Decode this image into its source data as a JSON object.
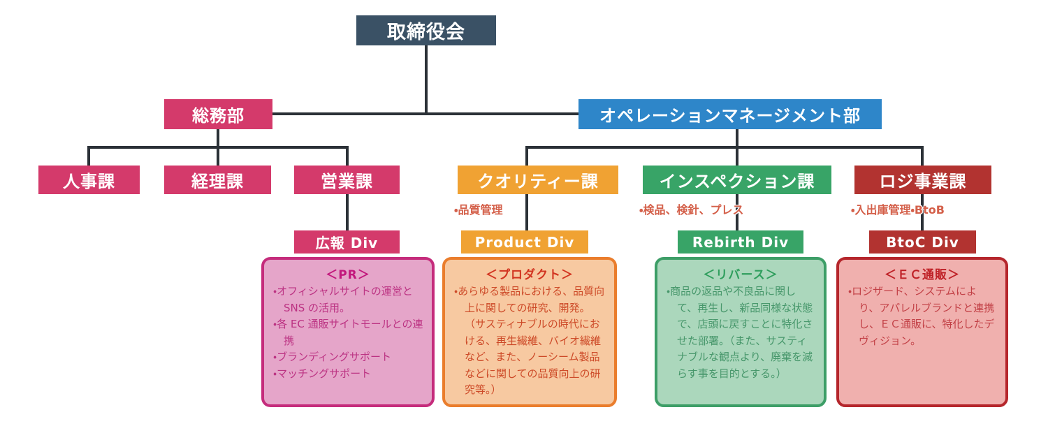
{
  "root": {
    "label": "取締役会"
  },
  "departments": {
    "soumu": {
      "label": "総務部"
    },
    "operation": {
      "label": "オペレーションマネージメント部"
    }
  },
  "sections": {
    "jinji": {
      "label": "人事課"
    },
    "keiri": {
      "label": "経理課"
    },
    "eigyo": {
      "label": "営業課"
    },
    "quality": {
      "label": "クオリティー課",
      "note": "・品質管理"
    },
    "inspection": {
      "label": "インスペクション課",
      "note": "・検品、検針、プレス"
    },
    "logi": {
      "label": "ロジ事業課",
      "note": "・入出庫管理・BtoB"
    }
  },
  "divisions": {
    "kouhou": {
      "label": "広報 Div"
    },
    "product": {
      "label": "Product Div"
    },
    "rebirth": {
      "label": "Rebirth Div"
    },
    "btoc": {
      "label": "BtoC Div"
    }
  },
  "panels": {
    "pr": {
      "title": "＜PR＞",
      "bullets": [
        "・オフィシャルサイトの運営と SNS の活用。",
        "・各 EC 通販サイトモールとの連携",
        "・ブランディングサポート",
        "・マッチングサポート"
      ]
    },
    "product": {
      "title": "＜プロダクト＞",
      "bullets": [
        "・あらゆる製品における、品質向上に関しての研究、開発。（サスティナブルの時代における、再生繊維、バイオ繊維など、また、ノーシーム製品などに関しての品質向上の研究等。）"
      ]
    },
    "rebirth": {
      "title": "＜リバース＞",
      "bullets": [
        "・商品の返品や不良品に関して、再生し、新品同様な状態で、店頭に戻すことに特化させた部署。（また、サスティナブルな観点より、廃棄を減らす事を目的とする。）"
      ]
    },
    "btoc": {
      "title": "＜ＥＣ通販＞",
      "bullets": [
        "・ロジザード、システムにより、アパレルブランドと連携し、ＥＣ通販に、特化したデヴィジョン。"
      ]
    }
  },
  "colors": {
    "root_box": "#3a5165",
    "pink_box": "#d43a6b",
    "blue_box": "#2e86c9",
    "orange_box": "#f0a233",
    "green_box": "#38a467",
    "red_box": "#b23330",
    "connector": "#2b3137",
    "note_text": "#d4604a",
    "pr_panel_bg": "#e5a5c9",
    "pr_panel_border": "#c52c7c",
    "product_panel_bg": "#f7c9a1",
    "product_panel_border": "#ea7d2c",
    "rebirth_panel_bg": "#abd7bc",
    "rebirth_panel_border": "#3d9e67",
    "btoc_panel_bg": "#f0b0ae",
    "btoc_panel_border": "#b5262c"
  }
}
